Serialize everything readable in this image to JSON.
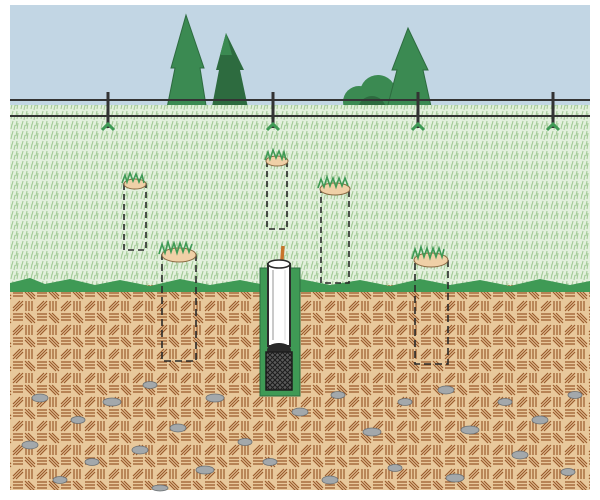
{
  "scene": {
    "kind": "soil sampling cross-section illustration",
    "labels": [],
    "colors": {
      "sky": "#c2d6e4",
      "grass": "#e3f0dd",
      "grass_texture": "#a6cc9a",
      "grass_edge": "#3f9a55",
      "tree": "#3b8a52",
      "tree_dark": "#2d6b3f",
      "fence": "#333333",
      "soil": "#e8c89b",
      "soil_texture": "#9a5a2b",
      "pebble": "#a3a8ab",
      "core_top": "#f0d0a7",
      "probe": "#ffffff",
      "probe_tip": "#2b2b2b",
      "probe_handle": "#c8742d"
    },
    "elements": {
      "trees": 4,
      "fence_posts": 4,
      "sample_holes": 6,
      "soil_probe": 1
    }
  }
}
